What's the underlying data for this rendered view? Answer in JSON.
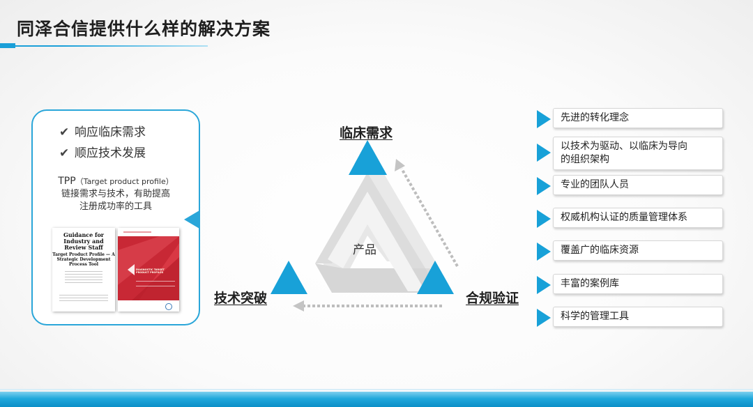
{
  "header": {
    "title": "同泽合信提供什么样的解决方案"
  },
  "left_panel": {
    "checks": [
      {
        "icon": "checkmark-icon",
        "label": "响应临床需求"
      },
      {
        "icon": "checkmark-icon",
        "label": "顺应技术发展"
      }
    ],
    "tpp_abbrev": "TPP",
    "tpp_full": "（Target product profile）",
    "tpp_desc_line1": "链接需求与技术，有助提高",
    "tpp_desc_line2": "注册成功率的工具",
    "doc_white": {
      "title": "Guidance for Industry and Review Staff",
      "subtitle": "Target Product Profile — A Strategic Development Process Tool"
    },
    "doc_red": {
      "title": "DIAGNOSTIC TARGET PRODUCT PROFILES"
    }
  },
  "diagram": {
    "top_label": "临床需求",
    "left_label": "技术突破",
    "right_label": "合规验证",
    "center_label": "产品",
    "colors": {
      "vertex": "#18a1d8",
      "arrow": "#bdbdbd",
      "frame": "#e4e4e4"
    }
  },
  "features": [
    {
      "icon": "pointer-triangle-icon",
      "lines": [
        "先进的转化理念"
      ]
    },
    {
      "icon": "pointer-triangle-icon",
      "lines": [
        "以技术为驱动、以临床为导向",
        "的组织架构"
      ]
    },
    {
      "icon": "pointer-triangle-icon",
      "lines": [
        "专业的团队人员"
      ]
    },
    {
      "icon": "pointer-triangle-icon",
      "lines": [
        "权威机构认证的质量管理体系"
      ]
    },
    {
      "icon": "pointer-triangle-icon",
      "lines": [
        "覆盖广的临床资源"
      ]
    },
    {
      "icon": "pointer-triangle-icon",
      "lines": [
        "丰富的案例库"
      ]
    },
    {
      "icon": "pointer-triangle-icon",
      "lines": [
        "科学的管理工具"
      ]
    }
  ],
  "colors": {
    "accent": "#1a9fd8",
    "title": "#1f1f1f"
  }
}
